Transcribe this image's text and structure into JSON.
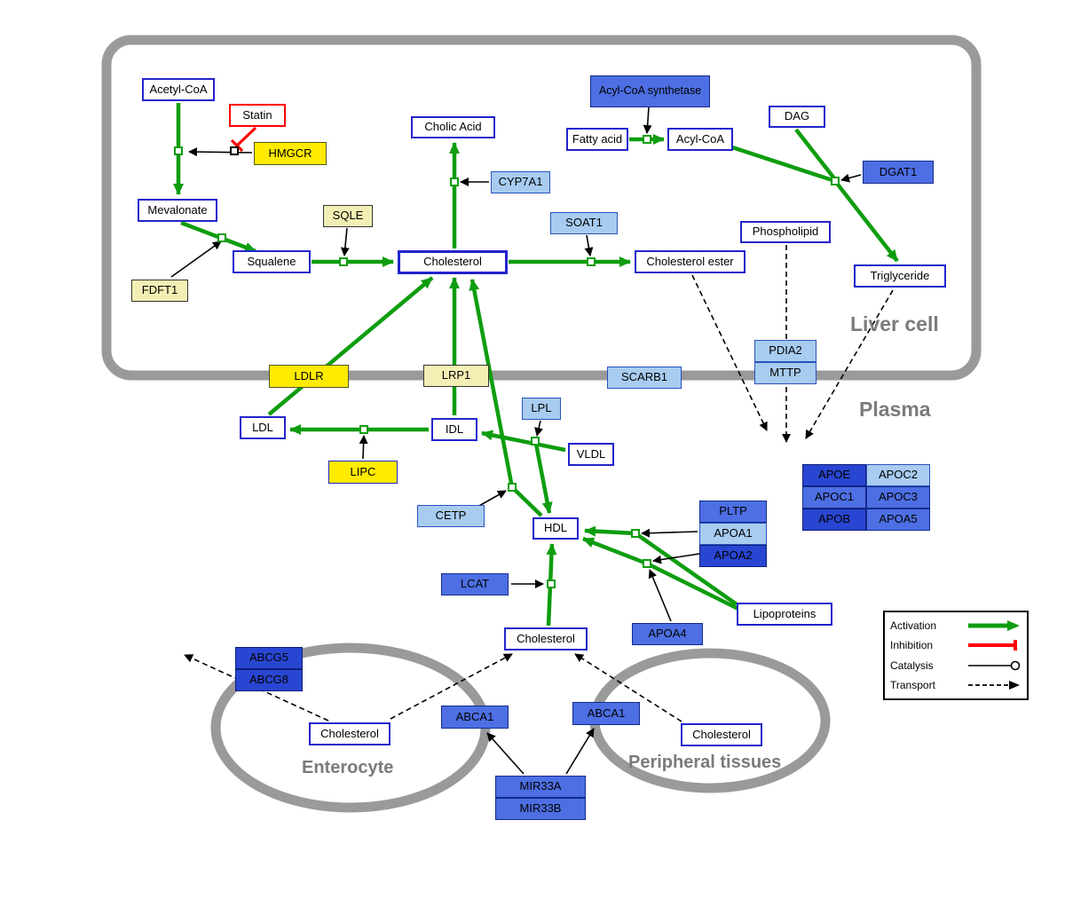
{
  "compartments": {
    "liver": "Liver cell",
    "plasma": "Plasma",
    "enterocyte": "Enterocyte",
    "peripheral": "Peripheral tissues"
  },
  "nodes": {
    "acetyl_coa": "Acetyl-CoA",
    "statin": "Statin",
    "hmgcr": "HMGCR",
    "mevalonate": "Mevalonate",
    "sqle": "SQLE",
    "fdft1": "FDFT1",
    "squalene": "Squalene",
    "cholic_acid": "Cholic Acid",
    "cyp7a1": "CYP7A1",
    "cholesterol_liver": "Cholesterol",
    "soat1": "SOAT1",
    "cholesterol_ester": "Cholesterol ester",
    "acyl_coa_synthetase": "Acyl-CoA synthetase",
    "fatty_acid": "Fatty acid",
    "acyl_coa": "Acyl-CoA",
    "dag": "DAG",
    "dgat1": "DGAT1",
    "phospholipid": "Phospholipid",
    "triglyceride": "Triglyceride",
    "pdia2": "PDIA2",
    "mttp": "MTTP",
    "ldlr": "LDLR",
    "lrp1": "LRP1",
    "scarb1": "SCARB1",
    "ldl": "LDL",
    "idl": "IDL",
    "lpl": "LPL",
    "vldl": "VLDL",
    "lipc": "LIPC",
    "cetp": "CETP",
    "hdl": "HDL",
    "pltp": "PLTP",
    "apoa1": "APOA1",
    "apoa2": "APOA2",
    "lcat": "LCAT",
    "apoa4": "APOA4",
    "lipoproteins": "Lipoproteins",
    "apoe": "APOE",
    "apoc2": "APOC2",
    "apoc1": "APOC1",
    "apoc3": "APOC3",
    "apob": "APOB",
    "apoa5": "APOA5",
    "cholesterol_plasma": "Cholesterol",
    "abcg5": "ABCG5",
    "abcg8": "ABCG8",
    "cholesterol_enterocyte": "Cholesterol",
    "abca1_left": "ABCA1",
    "abca1_right": "ABCA1",
    "cholesterol_peripheral": "Cholesterol",
    "mir33a": "MIR33A",
    "mir33b": "MIR33B"
  },
  "legend": {
    "activation": "Activation",
    "inhibition": "Inhibition",
    "catalysis": "Catalysis",
    "transport": "Transport"
  },
  "colors": {
    "activation_green": "#0f9d0f",
    "inhibition_red": "#ff0000",
    "metabolite_border_blue": "#2323cd",
    "gene_yellow": "#ffeb00",
    "gene_pale_yellow": "#f3efb4",
    "gene_light_blue": "#a8ccf0",
    "gene_blue": "#4d6fe3",
    "gene_dark_blue": "#2946d2",
    "compartment_gray": "#9a9a9a"
  }
}
